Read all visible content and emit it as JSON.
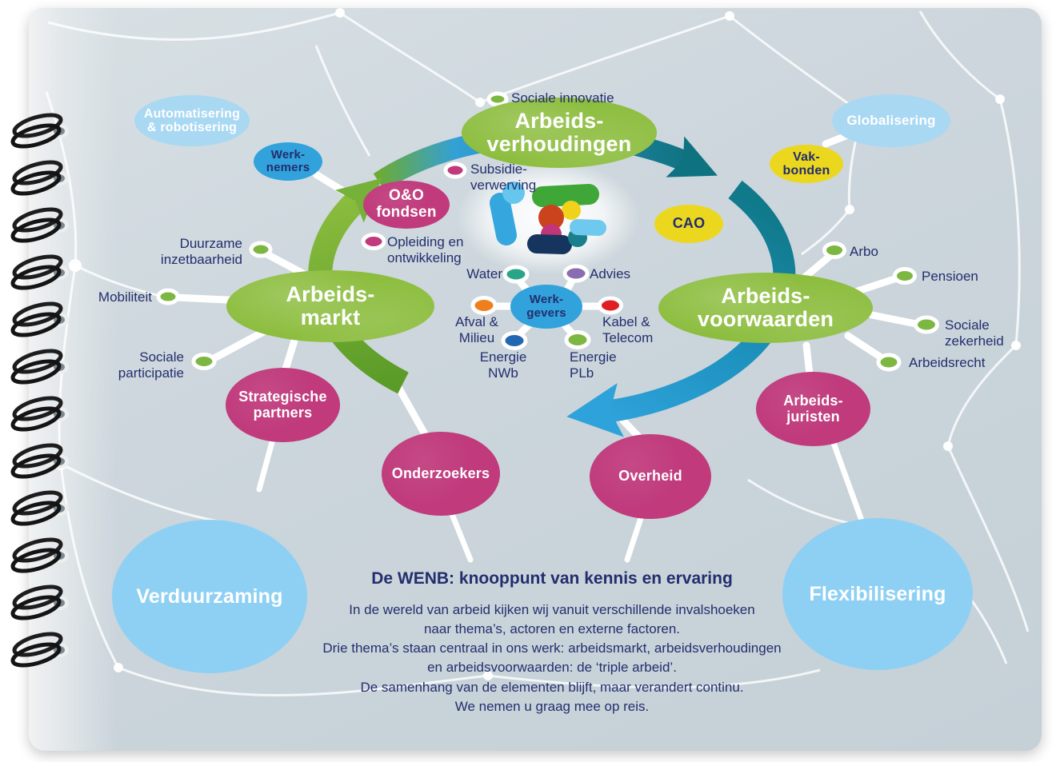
{
  "colors": {
    "page-bg": "#ccd6dc",
    "navy": "#232e6e",
    "hub-green": "#8cbd3e",
    "magenta": "#c03a7c",
    "yellow": "#ecd71f",
    "actor-blue": "#31a2dc",
    "pale-blue": "#a9d8f3",
    "light-blue": "#8ed0f3",
    "ring-green": "#76b13a",
    "ring-blue": "#2ea2da",
    "ring-teal": "#0f7280"
  },
  "themes": {
    "arbeidsverhoudingen": {
      "label": "Arbeids-\nverhoudingen"
    },
    "arbeidsmarkt": {
      "label": "Arbeids-\nmarkt"
    },
    "arbeidsvoorwaarden": {
      "label": "Arbeids-\nvoorwaarden"
    }
  },
  "actors": {
    "werknemers": {
      "label": "Werk-\nnemers"
    },
    "werkgevers": {
      "label": "Werk-\ngevers"
    },
    "vakbonden": {
      "label": "Vak-\nbonden"
    },
    "cao": {
      "label": "CAO"
    },
    "oo_fondsen": {
      "label": "O&O\nfondsen"
    },
    "strategische_partners": {
      "label": "Strategische\npartners"
    },
    "onderzoekers": {
      "label": "Onderzoekers"
    },
    "overheid": {
      "label": "Overheid"
    },
    "arbeidsjuristen": {
      "label": "Arbeids-\njuristen"
    }
  },
  "external_factors": {
    "automatisering": {
      "label": "Automatisering\n& robotisering"
    },
    "globalisering": {
      "label": "Globalisering"
    },
    "verduurzaming": {
      "label": "Verduurzaming"
    },
    "flexibilisering": {
      "label": "Flexibilisering"
    }
  },
  "topics": {
    "sociale_innovatie": {
      "label": "Sociale innovatie",
      "color": "#7cb742"
    },
    "subsidieverwerving": {
      "label": "Subsidie-\nverwerving",
      "color": "#c03a7c"
    },
    "opleiding_en_ontwikkeling": {
      "label": "Opleiding en\nontwikkeling",
      "color": "#c03a7c"
    },
    "duurzame_inzetbaarheid": {
      "label": "Duurzame\ninzetbaarheid",
      "color": "#7cb742"
    },
    "mobiliteit": {
      "label": "Mobiliteit",
      "color": "#7cb742"
    },
    "sociale_participatie": {
      "label": "Sociale\nparticipatie",
      "color": "#7cb742"
    },
    "water": {
      "label": "Water",
      "color": "#2aa489"
    },
    "advies": {
      "label": "Advies",
      "color": "#8a6cb0"
    },
    "afval_milieu": {
      "label": "Afval &\nMilieu",
      "color": "#ef7f1e"
    },
    "kabel_telecom": {
      "label": "Kabel &\nTelecom",
      "color": "#e01f25"
    },
    "energie_nwb": {
      "label": "Energie\nNWb",
      "color": "#2268b0"
    },
    "energie_plb": {
      "label": "Energie\nPLb",
      "color": "#7cb742"
    },
    "arbo": {
      "label": "Arbo",
      "color": "#7cb742"
    },
    "pensioen": {
      "label": "Pensioen",
      "color": "#7cb742"
    },
    "sociale_zekerheid": {
      "label": "Sociale\nzekerheid",
      "color": "#7cb742"
    },
    "arbeidsrecht": {
      "label": "Arbeidsrecht",
      "color": "#7cb742"
    }
  },
  "footer": {
    "title": "De WENB: knooppunt van kennis en ervaring",
    "body": "In de wereld van arbeid kijken wij vanuit verschillende invalshoeken\nnaar thema’s, actoren en externe factoren.\nDrie thema’s staan centraal in ons werk: arbeidsmarkt, arbeidsverhoudingen\nen arbeidsvoorwaarden: de ‘triple arbeid’.\nDe samenhang van de elementen blijft, maar verandert continu.\nWe nemen u graag mee op reis."
  },
  "logo": {
    "name": "wenb-logo",
    "palette": [
      "#35a7de",
      "#66c6ee",
      "#3fa737",
      "#f0d21d",
      "#cb431c",
      "#c23579",
      "#16355e",
      "#1a7f8c",
      "#6fc9ee"
    ]
  }
}
